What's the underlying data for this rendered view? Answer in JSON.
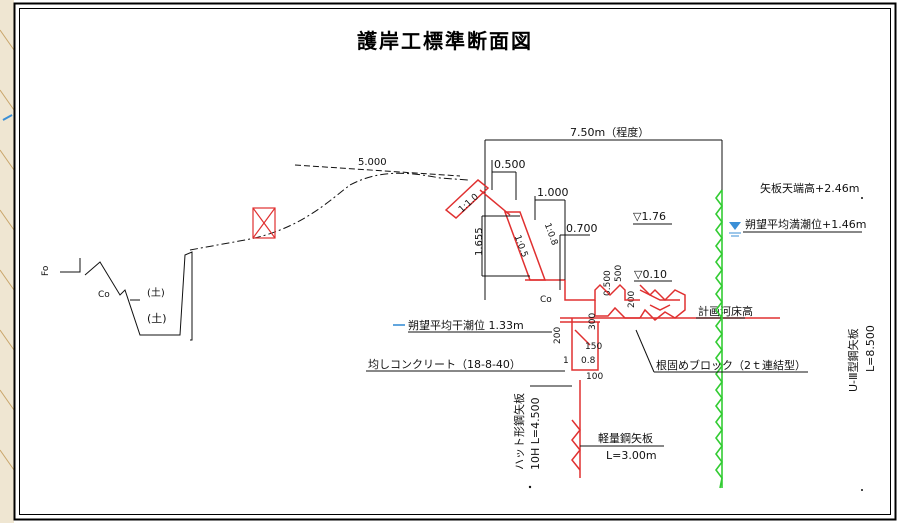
{
  "title": "護岸工標準断面図",
  "dimensions": {
    "total_width": "7.50m（程度）",
    "top_slope": "5.000",
    "crest_width": "0.500",
    "slope_width": "1.000",
    "slope_height": "1.655",
    "block_width": "0.700",
    "block_height": "0.500",
    "slope_ratio_upper": "1:1.0",
    "slope_ratio_lower": "1:0.5",
    "slope_ratio_toe": "1:0.8"
  },
  "levels": {
    "crown_level": "▽1.76",
    "water_level_mark": "▽0.10",
    "sheet_pile_top": "矢板天端高+2.46m",
    "high_tide": "朔望平均満潮位+1.46m",
    "low_tide": "朔望平均干潮位 1.33m",
    "riverbed": "計画河床高"
  },
  "labels": {
    "concrete": "均しコンクリート（18-8-40）",
    "root_block": "根固めブロック（2ｔ連結型）",
    "hat_pile": "ハット形鋼矢板",
    "hat_pile_spec": "10H  L=4.500",
    "light_pile": "軽量鋼矢板",
    "light_pile_length": "L=3.00m",
    "u_pile": "U-Ⅲ型鋼矢板",
    "u_pile_length": "L=8.500",
    "co_left": "Co",
    "co_right": "Co",
    "earth": "(土)",
    "earth_mark": "(土)",
    "small_1": "1",
    "small_300": "300",
    "small_200": "200",
    "small_100": "100",
    "small_150": "150",
    "small_08": "0.8",
    "small_500": "500",
    "small_200b": "200",
    "fo_mark": "Fo"
  },
  "colors": {
    "structure": "#e03030",
    "u_pile": "#33cc33",
    "water": "#3b8fd6",
    "line": "#111111"
  }
}
